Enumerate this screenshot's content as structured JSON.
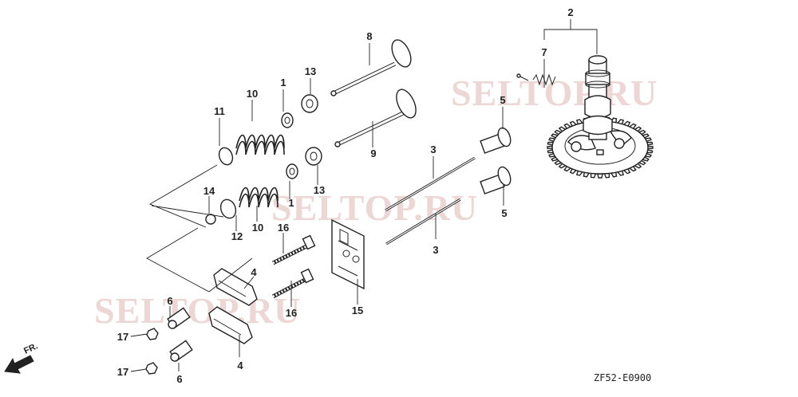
{
  "diagram": {
    "drawing_code": "ZF52-E0900",
    "front_indicator": "FR.",
    "watermarks": [
      "SELTOP.RU",
      "SELTOP.RU",
      "SELTOP.RU"
    ],
    "callouts": {
      "c1a": "1",
      "c1b": "1",
      "c2": "2",
      "c3a": "3",
      "c3b": "3",
      "c4a": "4",
      "c4b": "4",
      "c5a": "5",
      "c5b": "5",
      "c6a": "6",
      "c6b": "6",
      "c7": "7",
      "c8": "8",
      "c9": "9",
      "c10a": "10",
      "c10b": "10",
      "c11": "11",
      "c12": "12",
      "c13a": "13",
      "c13b": "13",
      "c14": "14",
      "c15": "15",
      "c16a": "16",
      "c16b": "16",
      "c17a": "17",
      "c17b": "17"
    }
  }
}
